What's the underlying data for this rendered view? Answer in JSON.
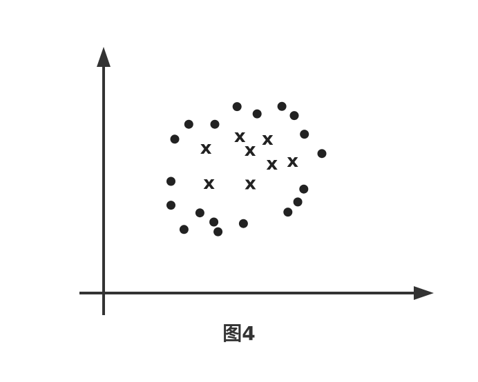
{
  "caption": "图4",
  "colors": {
    "axis": "#333333",
    "mark": "#222222"
  },
  "scatter": {
    "x_range": [
      0,
      100
    ],
    "y_range": [
      0,
      100
    ],
    "dots": [
      [
        42.0,
        75.1
      ],
      [
        48.3,
        72.2
      ],
      [
        56.1,
        75.2
      ],
      [
        60.0,
        71.5
      ],
      [
        35.0,
        68.0
      ],
      [
        26.8,
        68.0
      ],
      [
        22.4,
        62.0
      ],
      [
        63.2,
        64.0
      ],
      [
        68.7,
        56.2
      ],
      [
        21.2,
        45.0
      ],
      [
        21.2,
        35.4
      ],
      [
        30.3,
        32.3
      ],
      [
        34.7,
        28.6
      ],
      [
        25.3,
        25.6
      ],
      [
        36.0,
        24.7
      ],
      [
        44.0,
        28.0
      ],
      [
        58.0,
        32.6
      ],
      [
        61.1,
        36.7
      ],
      [
        63.0,
        41.9
      ]
    ],
    "crosses": [
      [
        32.2,
        58.4
      ],
      [
        42.9,
        63.0
      ],
      [
        46.1,
        57.5
      ],
      [
        51.6,
        61.9
      ],
      [
        59.5,
        53.0
      ],
      [
        53.0,
        52.0
      ],
      [
        33.2,
        44.2
      ],
      [
        46.2,
        44.0
      ]
    ],
    "cross_glyph": "x"
  }
}
